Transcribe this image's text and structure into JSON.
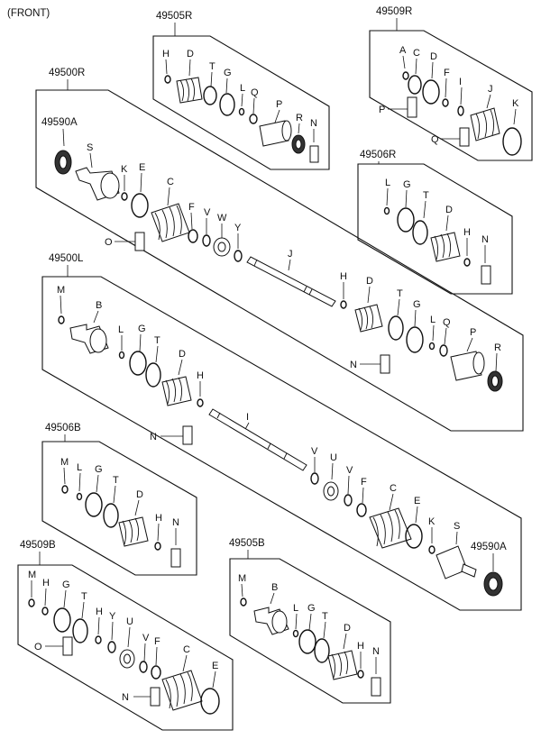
{
  "header": {
    "front_label": "(FRONT)"
  },
  "groups": {
    "g49505R": "49505R",
    "g49509R": "49509R",
    "g49500R": "49500R",
    "g49506R": "49506R",
    "g49500L": "49500L",
    "g49506B": "49506B",
    "g49509B": "49509B",
    "g49505B": "49505B",
    "g49590A_top": "49590A",
    "g49590A_bot": "49590A"
  },
  "letters": {
    "A": "A",
    "B": "B",
    "C": "C",
    "D": "D",
    "E": "E",
    "F": "F",
    "G": "G",
    "H": "H",
    "I": "I",
    "J": "J",
    "K": "K",
    "L": "L",
    "M": "M",
    "N": "N",
    "O": "O",
    "P": "P",
    "Q": "Q",
    "R": "R",
    "S": "S",
    "T": "T",
    "U": "U",
    "V": "V",
    "W": "W",
    "Y": "Y"
  }
}
